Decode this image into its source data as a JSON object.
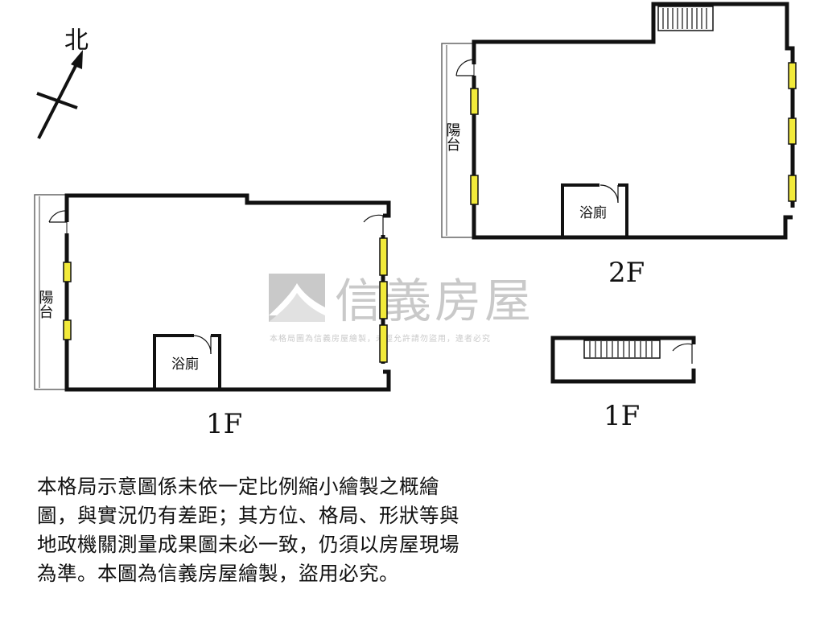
{
  "compass": {
    "label": "北"
  },
  "floor_1f_main": {
    "balcony": "陽台",
    "bathroom": "浴廁",
    "label": "1F"
  },
  "floor_2f": {
    "balcony": "陽台",
    "bathroom": "浴廁",
    "label": "2F"
  },
  "floor_1f_stair": {
    "label": "1F"
  },
  "watermark": {
    "brand": "信義房屋",
    "notice": "本格局圖為信義房屋繪製，未經允許請勿盜用，違者必究"
  },
  "disclaimer": {
    "text": "本格局示意圖係未依一定比例縮小繪製之概繪圖，與實況仍有差距；其方位、格局、形狀等與地政機關測量成果圖未必一致，仍須以房屋現場為準。本圖為信義房屋繪製，盜用必究。"
  },
  "colors": {
    "wall": "#111111",
    "window_fill": "#f2ea3a",
    "watermark": "#9a9a9a"
  }
}
